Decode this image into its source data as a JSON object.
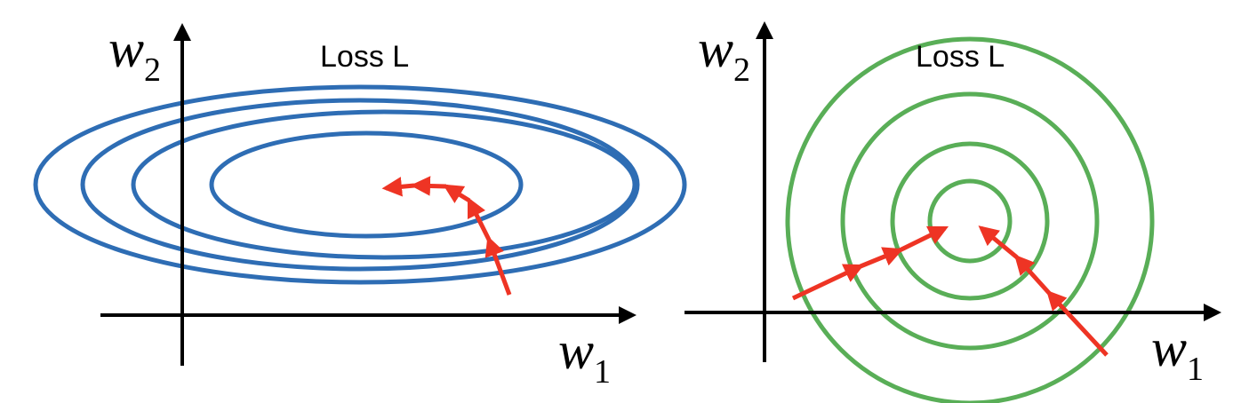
{
  "panels": [
    {
      "id": "elongated",
      "title": "Loss L",
      "y_axis_label": {
        "var": "w",
        "sub": "2"
      },
      "x_axis_label": {
        "var": "w",
        "sub": "1"
      },
      "contour_color": "#2E6DB4",
      "contour_shape": "elongated ellipses",
      "contour_count": 4
    },
    {
      "id": "circular",
      "title": "Loss L",
      "y_axis_label": {
        "var": "w",
        "sub": "2"
      },
      "x_axis_label": {
        "var": "w",
        "sub": "1"
      },
      "contour_color": "#59AE57",
      "contour_shape": "concentric circles",
      "contour_count": 4
    }
  ],
  "arrow_color": "#EE3424",
  "axis_color": "#000000"
}
